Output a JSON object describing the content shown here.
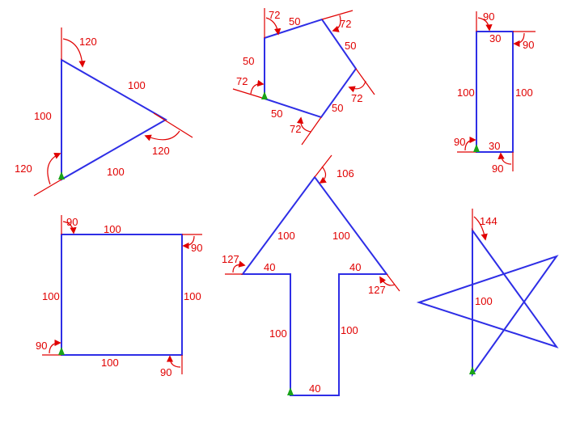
{
  "colors": {
    "shape_stroke": "#2e2ee6",
    "annotation": "#e00000",
    "turtle": "#19a319",
    "background": "#ffffff"
  },
  "triangle": {
    "side_top": "100",
    "side_left": "100",
    "side_bottom": "100",
    "angle_top": "120",
    "angle_right": "120",
    "angle_bottom": "120"
  },
  "pentagon": {
    "side_top": "50",
    "side_upper_right": "50",
    "side_left": "50",
    "side_bottom_left": "50",
    "side_bottom_right": "50",
    "angle_top": "72",
    "angle_upper_right": "72",
    "angle_left": "72",
    "angle_right": "72",
    "angle_bottom": "72"
  },
  "rectangle": {
    "angle_top_left": "90",
    "side_top": "30",
    "angle_top_right": "90",
    "side_left": "100",
    "side_right": "100",
    "angle_bottom_left": "90",
    "side_bottom": "30",
    "angle_bottom_right": "90"
  },
  "square": {
    "angle_top_left": "90",
    "side_top": "100",
    "angle_top_right": "90",
    "side_left": "100",
    "side_right": "100",
    "angle_bottom_left": "90",
    "side_bottom": "100",
    "angle_bottom_right": "90"
  },
  "arrow": {
    "angle_tip": "106",
    "side_head_left": "100",
    "side_head_right": "100",
    "angle_left_barb": "127",
    "angle_right_barb": "127",
    "side_barb_left": "40",
    "side_barb_right": "40",
    "side_shaft_left": "100",
    "side_shaft_right": "100",
    "side_base": "40"
  },
  "star": {
    "angle_top": "144",
    "side": "100"
  }
}
